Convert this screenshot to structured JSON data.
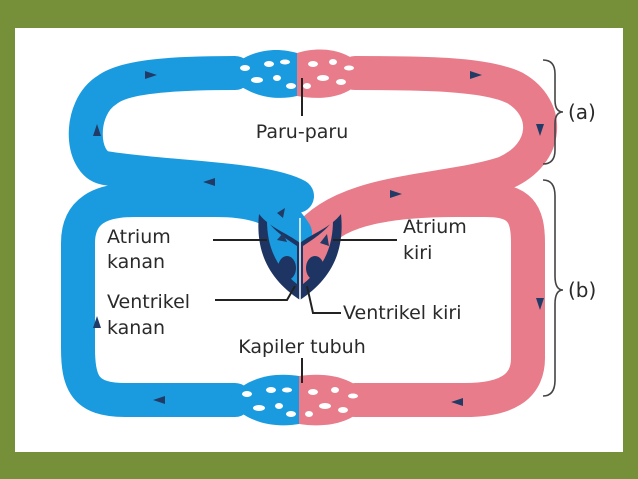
{
  "labels": {
    "lungs": "Paru-paru",
    "right_atrium_1": "Atrium",
    "right_atrium_2": "kanan",
    "left_atrium_1": "Atrium",
    "left_atrium_2": "kiri",
    "right_ventricle_1": "Ventrikel",
    "right_ventricle_2": "kanan",
    "left_ventricle": "Ventrikel kiri",
    "body_capillaries": "Kapiler tubuh"
  },
  "brackets": {
    "a": "(a)",
    "b": "(b)"
  },
  "colors": {
    "frame_background": "#76903a",
    "deoxygenated": "#1a9be0",
    "oxygenated": "#e87c8a",
    "heart_dark": "#1e3563",
    "arrow": "#223a66"
  }
}
